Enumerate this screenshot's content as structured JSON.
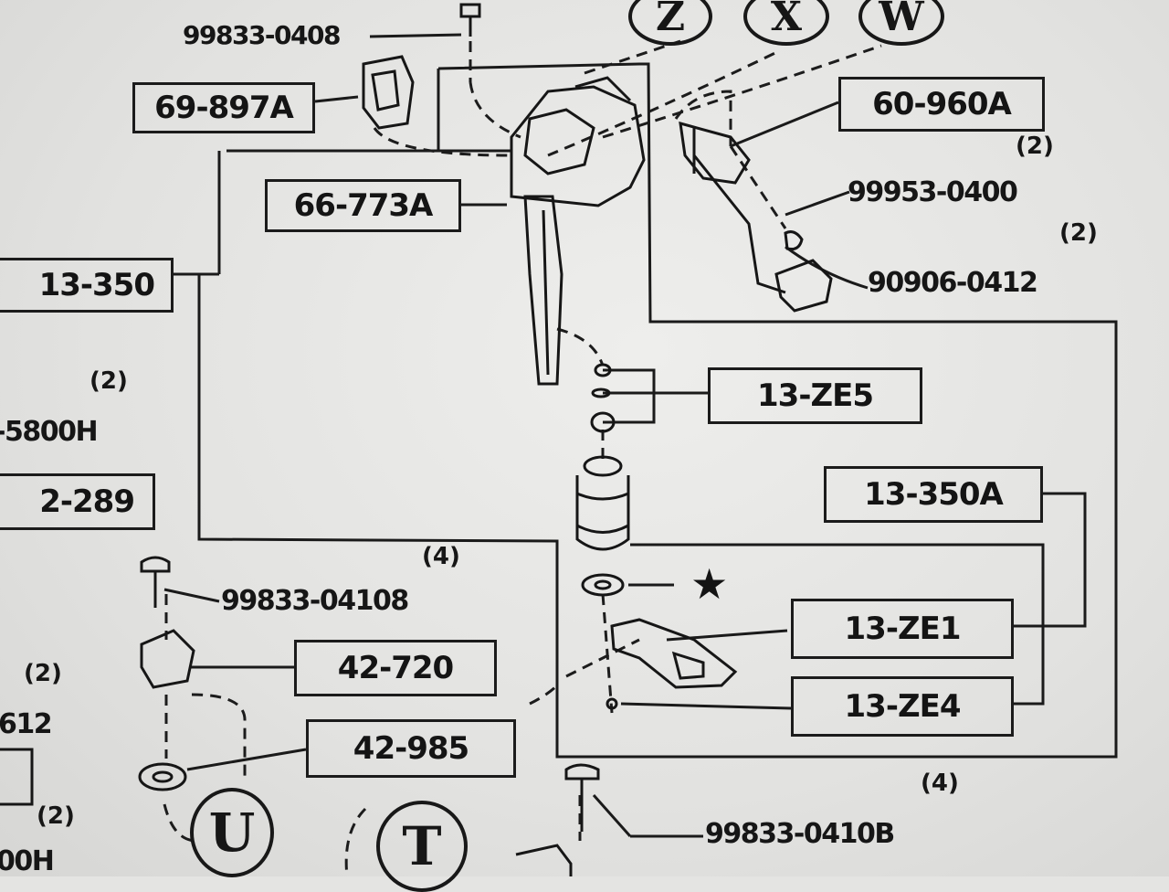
{
  "boxes": {
    "b_69897A": "69-897A",
    "b_66773A": "66-773A",
    "b_60960A": "60-960A",
    "b_13350": "13-350",
    "b_13ZE5": "13-ZE5",
    "b_2289": "2-289",
    "b_13350A": "13-350A",
    "b_13ZE1": "13-ZE1",
    "b_42720": "42-720",
    "b_13ZE4": "13-ZE4",
    "b_42985": "42-985"
  },
  "labels": {
    "p_998330408": "99833-0408",
    "p_999530400": "99953-0400",
    "p_909060412": "90906-0412",
    "p_5800H": "-5800H",
    "p_9983304108": "99833-04108",
    "p_612": "612",
    "p_9983304108b": "99833-0410B",
    "p_00H": "00H"
  },
  "quantities": {
    "q_60960A": "(2)",
    "q_90906": "(2)",
    "q_left1": "(2)",
    "q_mid4": "(4)",
    "q_left2": "(2)",
    "q_bottom4": "(4)",
    "q_left3": "(2)"
  },
  "circled_letters": {
    "z": "Z",
    "x": "X",
    "w": "W",
    "u": "U",
    "t": "T"
  },
  "symbols": {
    "star": "★"
  }
}
